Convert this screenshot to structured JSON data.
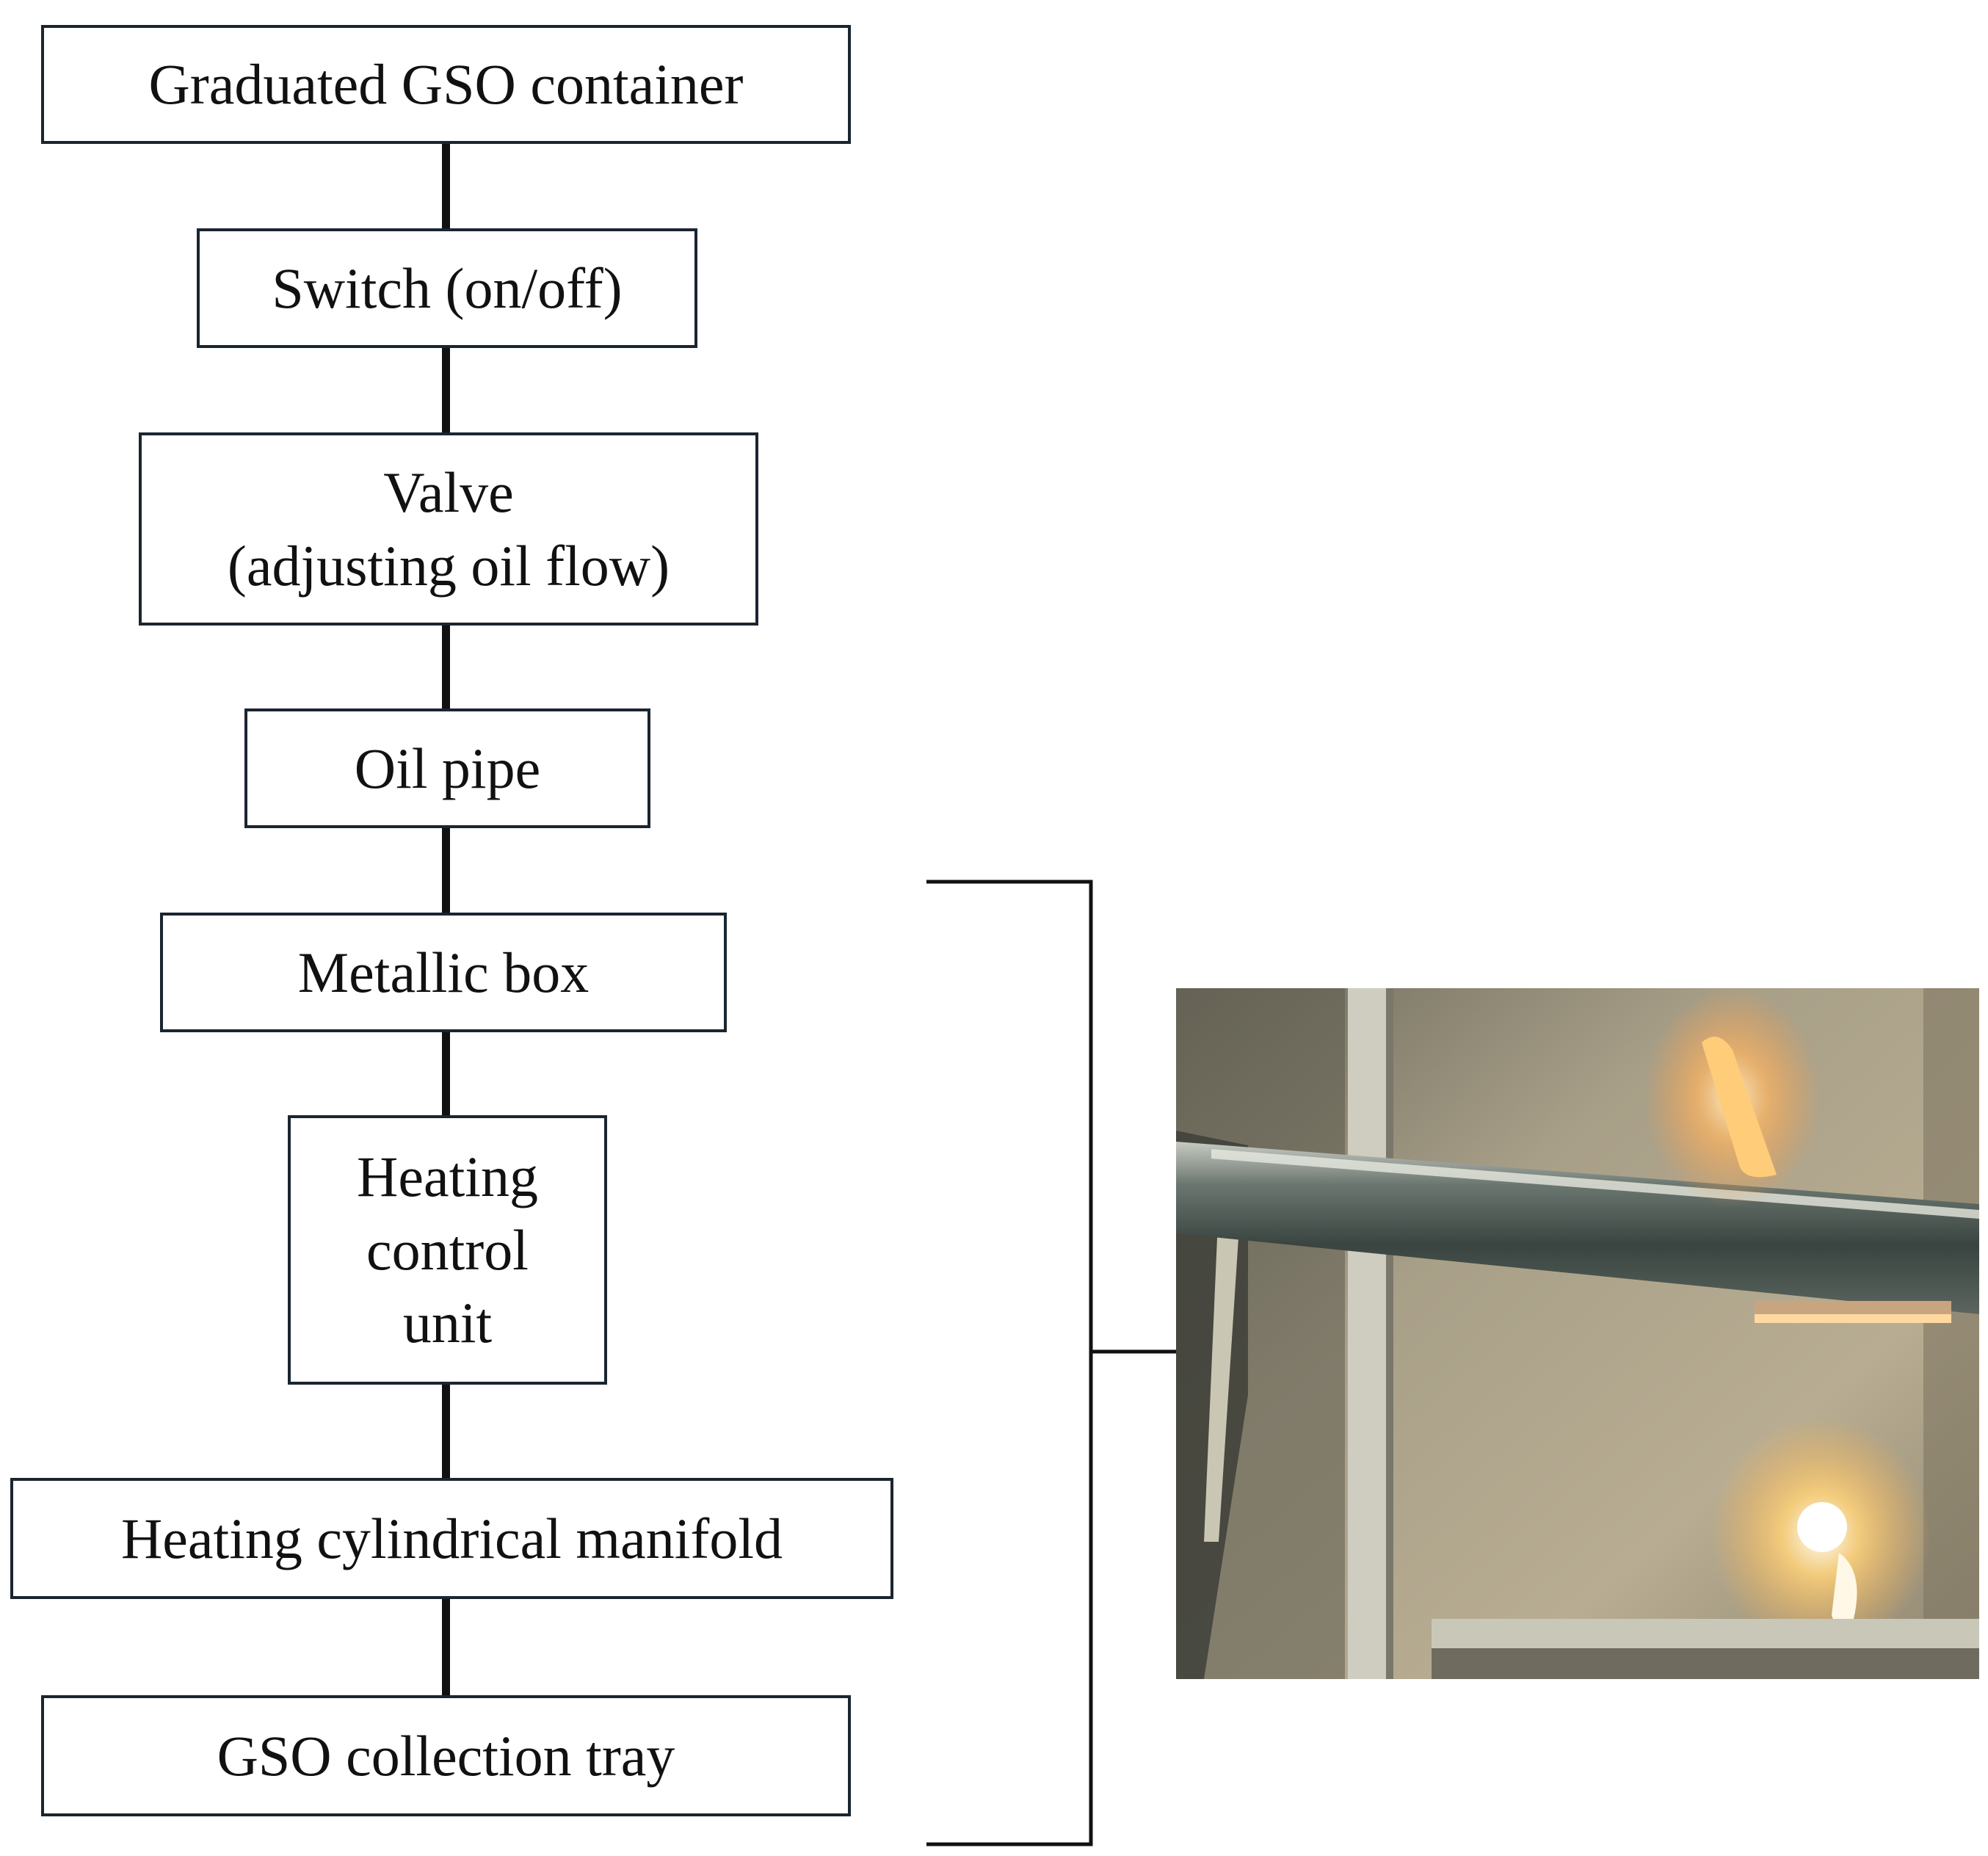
{
  "flowchart": {
    "steps": [
      {
        "id": "graduated-gso-container",
        "label": "Graduated GSO container"
      },
      {
        "id": "switch",
        "label": "Switch (on/off)"
      },
      {
        "id": "valve",
        "label": "Valve\n(adjusting oil flow)"
      },
      {
        "id": "oil-pipe",
        "label": "Oil pipe"
      },
      {
        "id": "metallic-box",
        "label": "Metallic box"
      },
      {
        "id": "heating-control-unit",
        "label": "Heating\ncontrol\nunit"
      },
      {
        "id": "heating-cylindrical-manifold",
        "label": "Heating cylindrical manifold"
      },
      {
        "id": "gso-collection-tray",
        "label": "GSO collection tray"
      }
    ]
  },
  "colors": {
    "box_border": "#1a2530",
    "connector": "#111111",
    "photo_wall": "#a99f88",
    "photo_pipe": "#3f4a45",
    "flame": "#ffb347"
  }
}
